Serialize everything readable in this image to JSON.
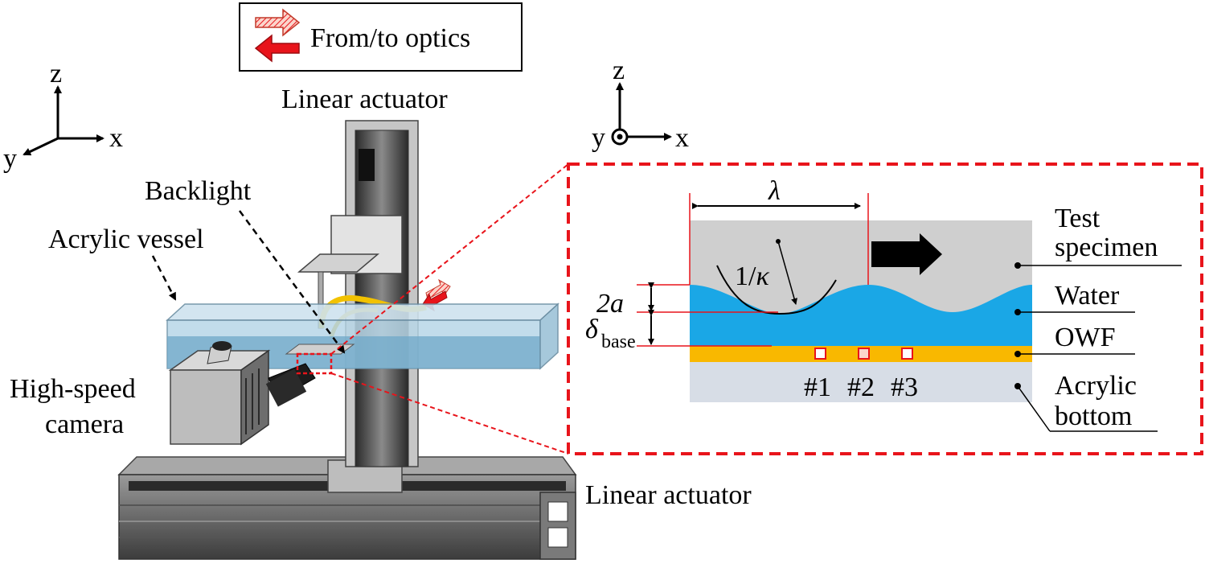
{
  "legend": {
    "label": "From/to optics"
  },
  "left_axes": {
    "z": "z",
    "x": "x",
    "y": "y"
  },
  "right_axes": {
    "z": "z",
    "x": "x",
    "y": "y"
  },
  "labels": {
    "linear_actuator_top": "Linear actuator",
    "linear_actuator_bottom": "Linear actuator",
    "backlight": "Backlight",
    "acrylic_vessel": "Acrylic vessel",
    "camera_line1": "High-speed",
    "camera_line2": "camera"
  },
  "inset": {
    "lambda": "λ",
    "curvature": "1/κ",
    "amplitude": "2a",
    "delta": "δ",
    "delta_sub": "base",
    "layers": {
      "test_specimen_line1": "Test",
      "test_specimen_line2": "specimen",
      "water": "Water",
      "owf": "OWF",
      "acrylic_line1": "Acrylic",
      "acrylic_line2": "bottom"
    },
    "sensors": [
      "#1",
      "#2",
      "#3"
    ]
  },
  "colors": {
    "dashed_red": "#e8141b",
    "water": "#1aa7e6",
    "owf": "#f9b800",
    "specimen": "#cfcfcf",
    "acrylic_bottom": "#d7dde6"
  }
}
